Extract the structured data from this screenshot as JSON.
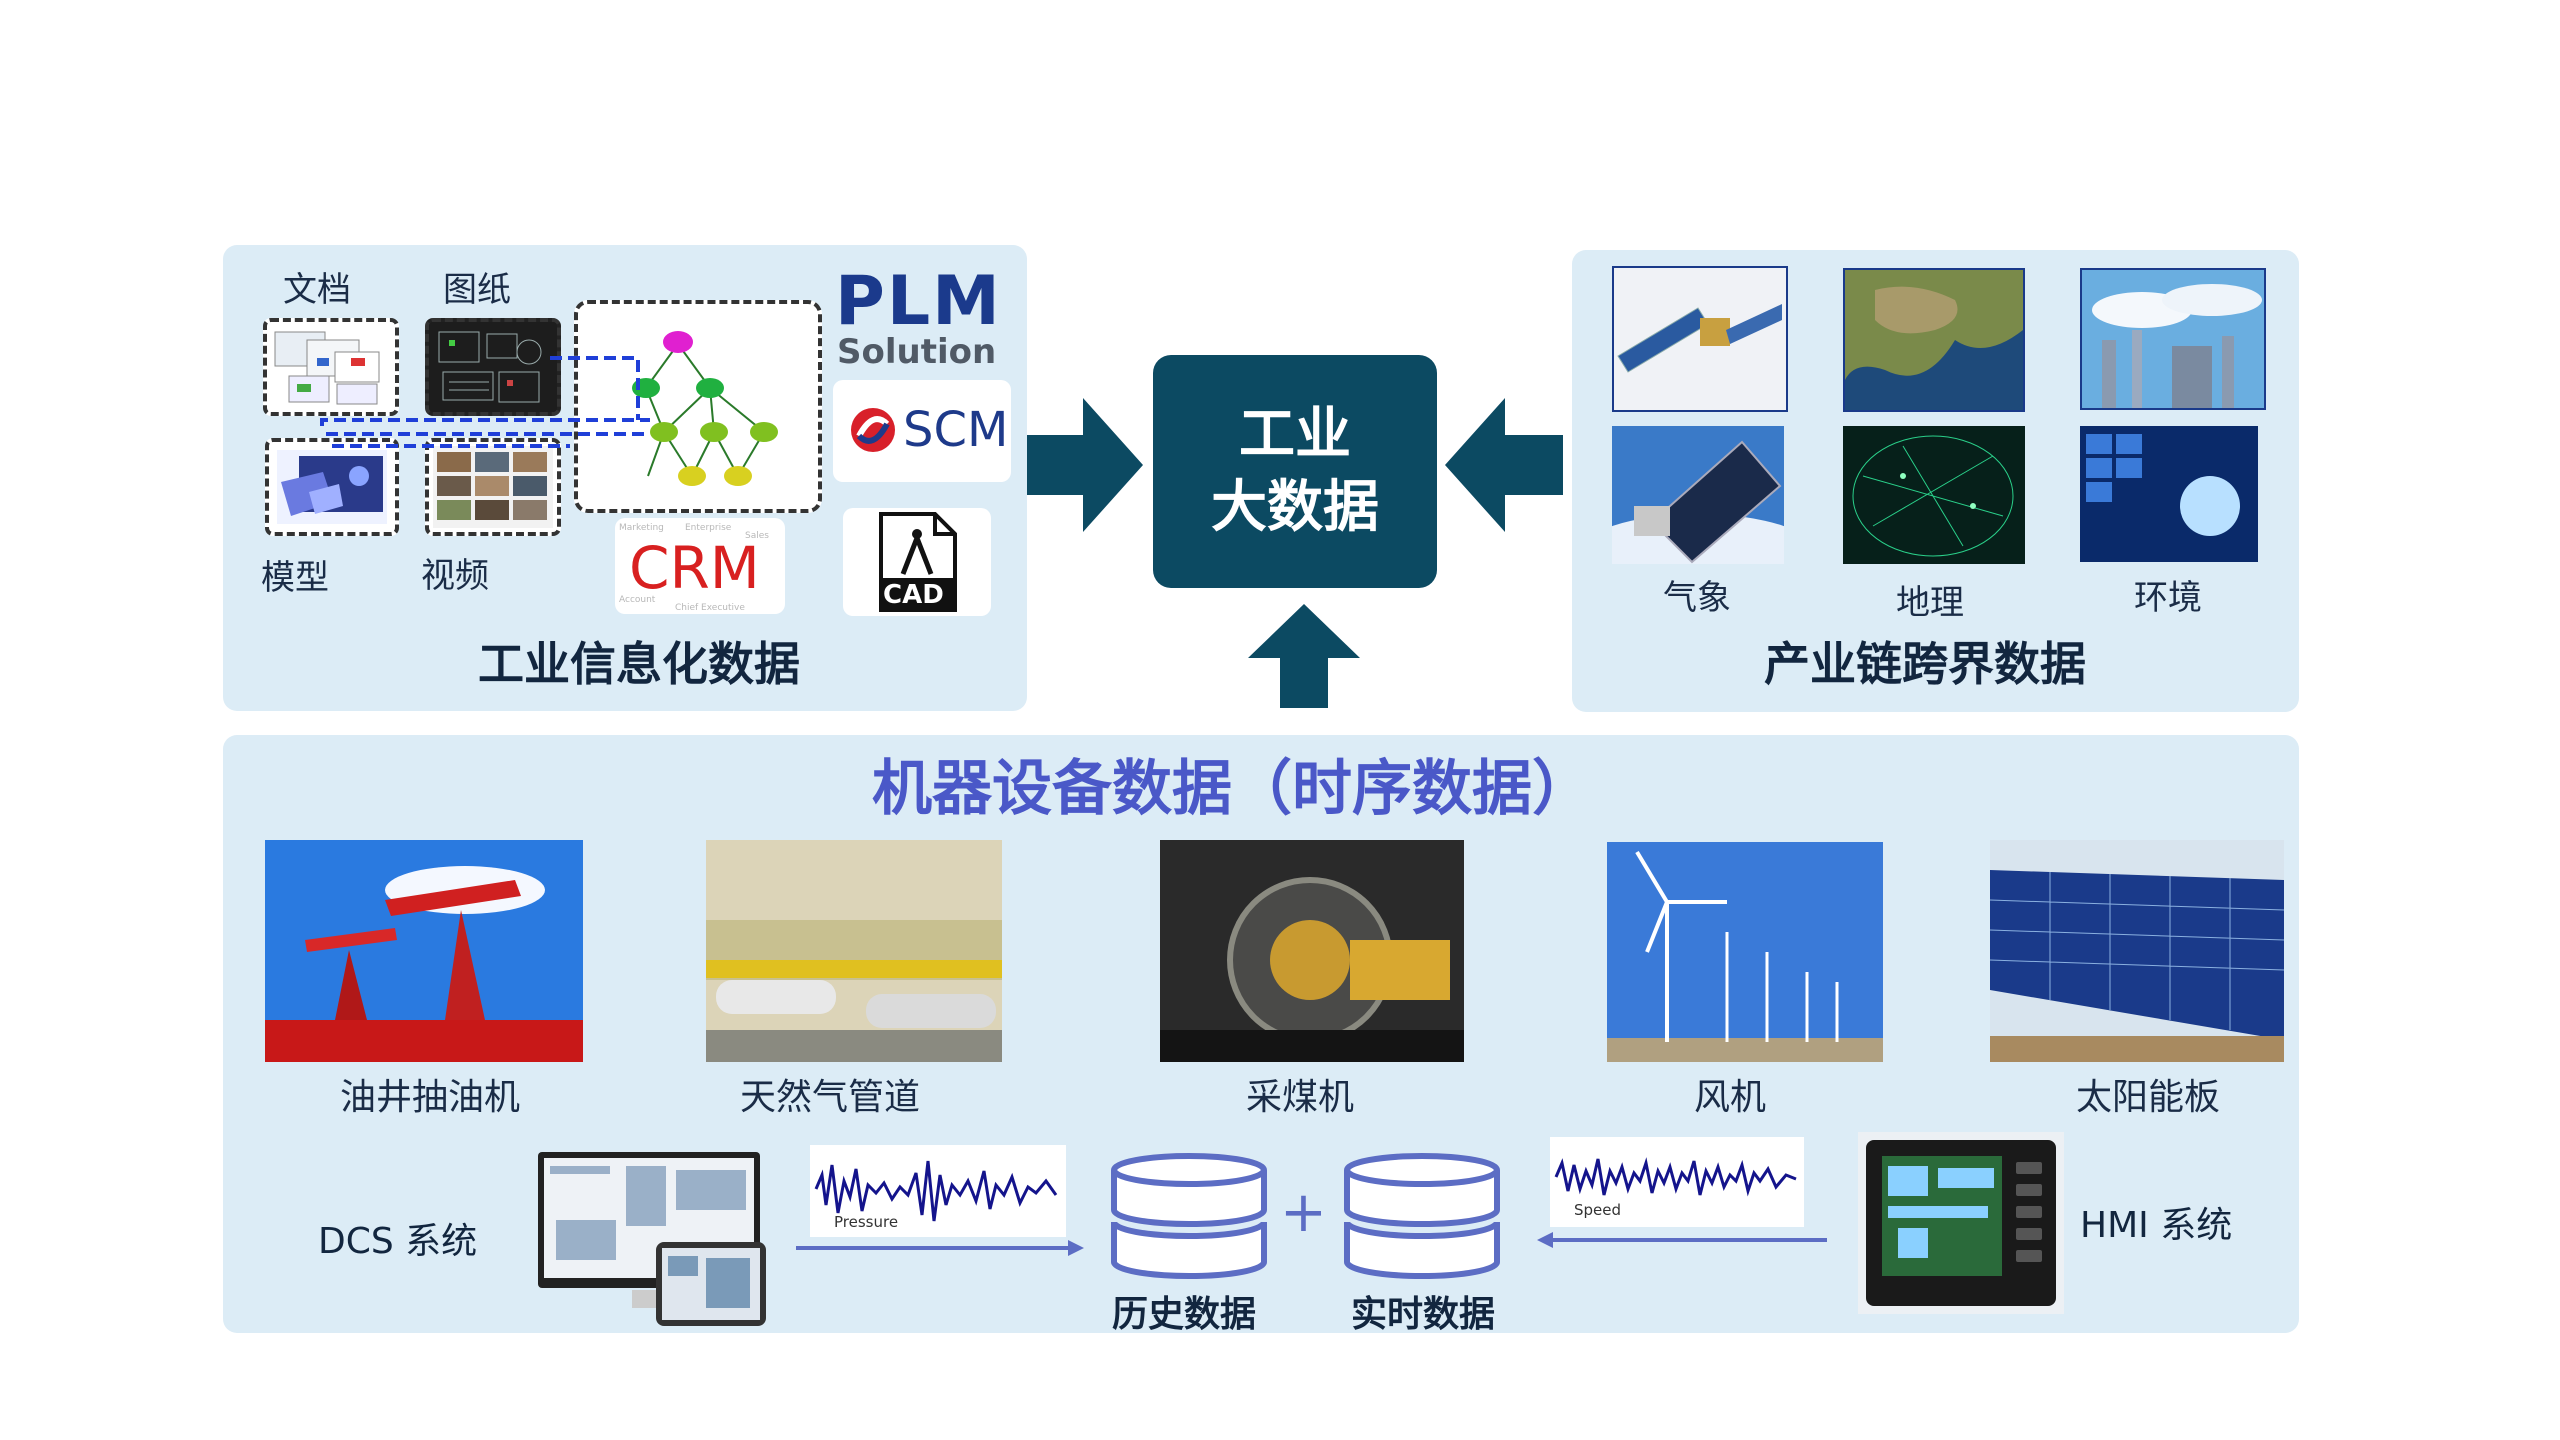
{
  "hub": {
    "line1": "工业",
    "line2": "大数据"
  },
  "info_panel": {
    "title": "工业信息化数据",
    "labels": {
      "docs": "文档",
      "drawings": "图纸",
      "model": "模型",
      "video": "视频"
    },
    "logos": {
      "plm_top": "PLM",
      "plm_bottom": "Solution",
      "scm": "SCM",
      "crm": "CRM",
      "cad": "CAD"
    }
  },
  "cross_panel": {
    "title": "产业链跨界数据",
    "labels": {
      "weather": "气象",
      "geo": "地理",
      "env": "环境"
    }
  },
  "machine_panel": {
    "title": "机器设备数据（时序数据）",
    "equipment": [
      {
        "label": "油井抽油机"
      },
      {
        "label": "天然气管道"
      },
      {
        "label": "采煤机"
      },
      {
        "label": "风机"
      },
      {
        "label": "太阳能板"
      }
    ],
    "dcs_label": "DCS 系统",
    "hmi_label": "HMI 系统",
    "pressure_label": "Pressure",
    "speed_label": "Speed",
    "plus": "+",
    "history_label": "历史数据",
    "realtime_label": "实时数据"
  },
  "colors": {
    "panel_bg": "#dcecf6",
    "hub_bg": "#0c4a62",
    "arrow": "#0c4a62",
    "machine_title": "#4a58c8",
    "db_stroke": "#5c6dc4",
    "wave": "#14148c"
  }
}
